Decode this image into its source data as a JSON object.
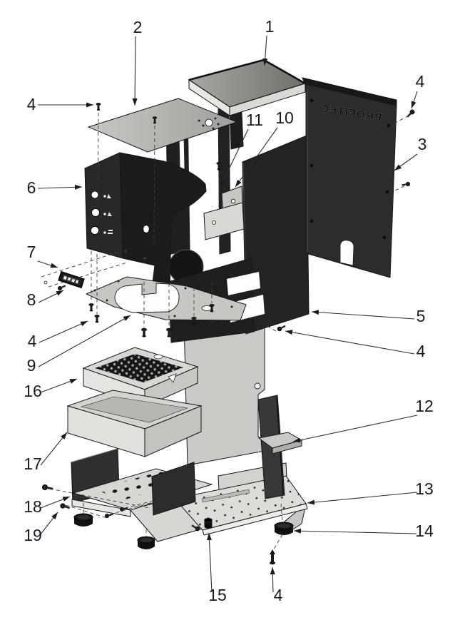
{
  "figure": {
    "type": "exploded-parts-diagram",
    "subject": "Espresso machine housing assembly",
    "background_color": "#ffffff",
    "line_color": "#1a1a1a",
    "callout_color": "#151b22"
  },
  "brand": {
    "panel_text": "PROFITEC",
    "mirrored": true
  },
  "palette": {
    "chassis_black": "#232323",
    "panel_dark": "#2c2c2c",
    "metal_light": "#e4e4e0",
    "metal_mid": "#c9c9c5",
    "metal_gray": "#b4b4b0"
  },
  "callouts": [
    {
      "label": "2"
    },
    {
      "label": "1"
    },
    {
      "label": "4"
    },
    {
      "label": "4"
    },
    {
      "label": "3"
    },
    {
      "label": "11"
    },
    {
      "label": "10"
    },
    {
      "label": "6"
    },
    {
      "label": "7"
    },
    {
      "label": "8"
    },
    {
      "label": "4"
    },
    {
      "label": "9"
    },
    {
      "label": "5"
    },
    {
      "label": "4"
    },
    {
      "label": "12"
    },
    {
      "label": "16"
    },
    {
      "label": "17"
    },
    {
      "label": "13"
    },
    {
      "label": "14"
    },
    {
      "label": "18"
    },
    {
      "label": "19"
    },
    {
      "label": "15"
    },
    {
      "label": "4"
    }
  ]
}
